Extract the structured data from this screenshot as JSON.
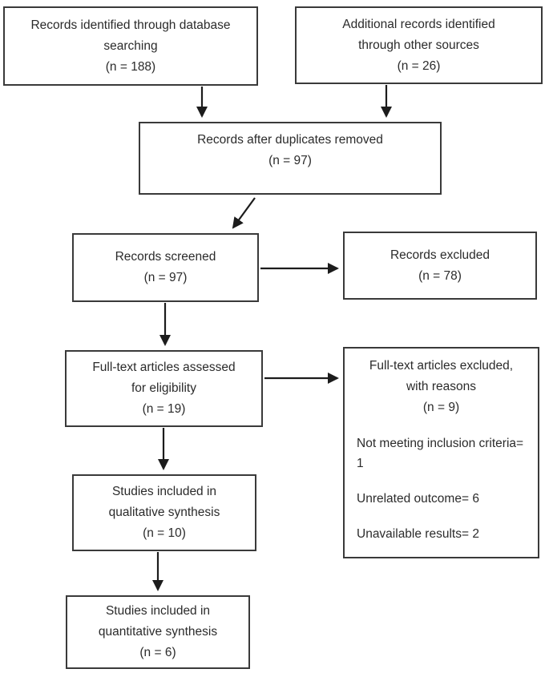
{
  "diagram": {
    "boxes": {
      "records_identified_database": {
        "lines": [
          "Records identified through database",
          "searching",
          "(n = 188)"
        ]
      },
      "additional_records": {
        "lines": [
          "Additional records identified",
          "through other sources",
          "(n = 26)"
        ]
      },
      "duplicates_removed": {
        "lines": [
          "Records after duplicates removed",
          "(n = 97)"
        ]
      },
      "records_screened": {
        "lines": [
          "Records screened",
          "(n = 97)"
        ]
      },
      "records_excluded": {
        "lines": [
          "Records excluded",
          "(n = 78)"
        ]
      },
      "fulltext_assessed": {
        "lines": [
          "Full-text articles assessed",
          "for eligibility",
          "(n = 19)"
        ]
      },
      "fulltext_excluded": {
        "header_lines": [
          "Full-text articles excluded,",
          "with reasons",
          "(n = 9)"
        ],
        "reasons": [
          "Not meeting inclusion criteria= 1",
          "Unrelated outcome= 6",
          "Unavailable results= 2"
        ]
      },
      "qualitative_synthesis": {
        "lines": [
          "Studies included in",
          "qualitative synthesis",
          "(n = 10)"
        ]
      },
      "quantitative_synthesis": {
        "lines": [
          "Studies included in",
          "quantitative synthesis",
          "(n = 6)"
        ]
      }
    },
    "colors": {
      "box_border": "#3a3a3a",
      "arrow": "#1c1c1c",
      "text": "#2b2b2b",
      "background": "#ffffff"
    }
  }
}
